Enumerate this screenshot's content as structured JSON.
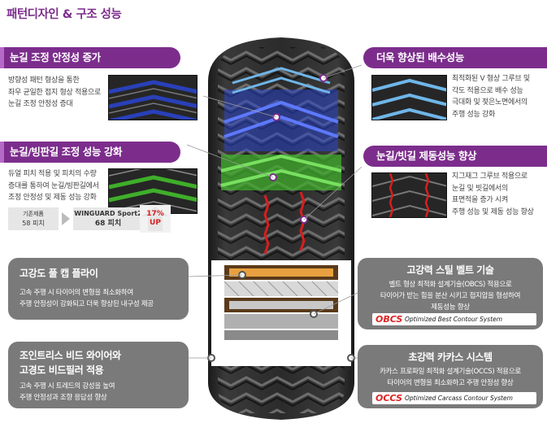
{
  "page_title": "패턴디자인 & 구조 성능",
  "features": {
    "snow_stability": {
      "title": "눈길 조정 안정성 증가",
      "lines": [
        "방향성 패턴 형상을 통한",
        "좌우 균일한 접지 형상 적용으로",
        "눈길 조정 안정성 증대"
      ]
    },
    "snow_ice_handling": {
      "title": "눈길/빙판길 조정 성능 강화",
      "lines": [
        "듀얼 피치 적용 및 피치의 수량",
        "증대를 통하여 눈길/빙판길에서",
        "조정 안정성 및 제동 성능 강화"
      ]
    },
    "drainage": {
      "title": "더욱 향상된 배수성능",
      "lines": [
        "최적화된 V 형상 그루브 및",
        "각도 적용으로 배수 성능",
        "극대화 및 젖은노면에서의",
        "주행 성능 강화"
      ]
    },
    "braking": {
      "title": "눈길/빗길 제동성능 향상",
      "lines": [
        "지그재그 그루브 적용으로",
        "눈길 및 빗길에서의",
        "표면적을 증가 시켜",
        "주행 성능 및 제동 성능 향상"
      ]
    }
  },
  "pitch_compare": {
    "base_label": "기존제품",
    "base_value": "58 피치",
    "new_label": "WINGUARD Sport2",
    "new_value": "68 피치",
    "increase": "17%",
    "increase_word": "UP"
  },
  "structure": {
    "cap_ply": {
      "title": "고강도 풀 캡 플라이",
      "lines": [
        "고속 주행 시 타이어의 변형을 최소화하여",
        "주행 안정성이 강화되고 더욱 향상된 내구성 제공"
      ]
    },
    "bead": {
      "title_lines": [
        "조인트리스 비드 와이어와",
        "고경도 비드필러 적용"
      ],
      "lines": [
        "고속 주행 시 트레드의 강성을 높여",
        "주행 안정성과 조향 응답성 향상"
      ]
    },
    "steel_belt": {
      "title": "고강력 스틸 벨트 기술",
      "lines": [
        "벨트 형상 최적화 설계기술(OBCS) 적용으로",
        "타이어가 받는 힘을 분산 시키고 접지압을 형성하여",
        "제동성능 향상"
      ],
      "logo": "OBCS",
      "logo_text": "Optimized Best Contour System"
    },
    "carcass": {
      "title": "초강력 카카스 시스템",
      "lines": [
        "카카스 프로파일 최적화 설계기술(OCCS) 적용으로",
        "타이어의 변형을 최소화하고 주행 안정성 향상"
      ],
      "logo": "OCCS",
      "logo_text": "Optimized Carcass Contour System"
    },
    "colors": {
      "accent": "#7c2d8c",
      "box": "#7a7a7a",
      "blue": "#2a43c8",
      "green": "#3fae2a",
      "red": "#d81e1e"
    }
  }
}
